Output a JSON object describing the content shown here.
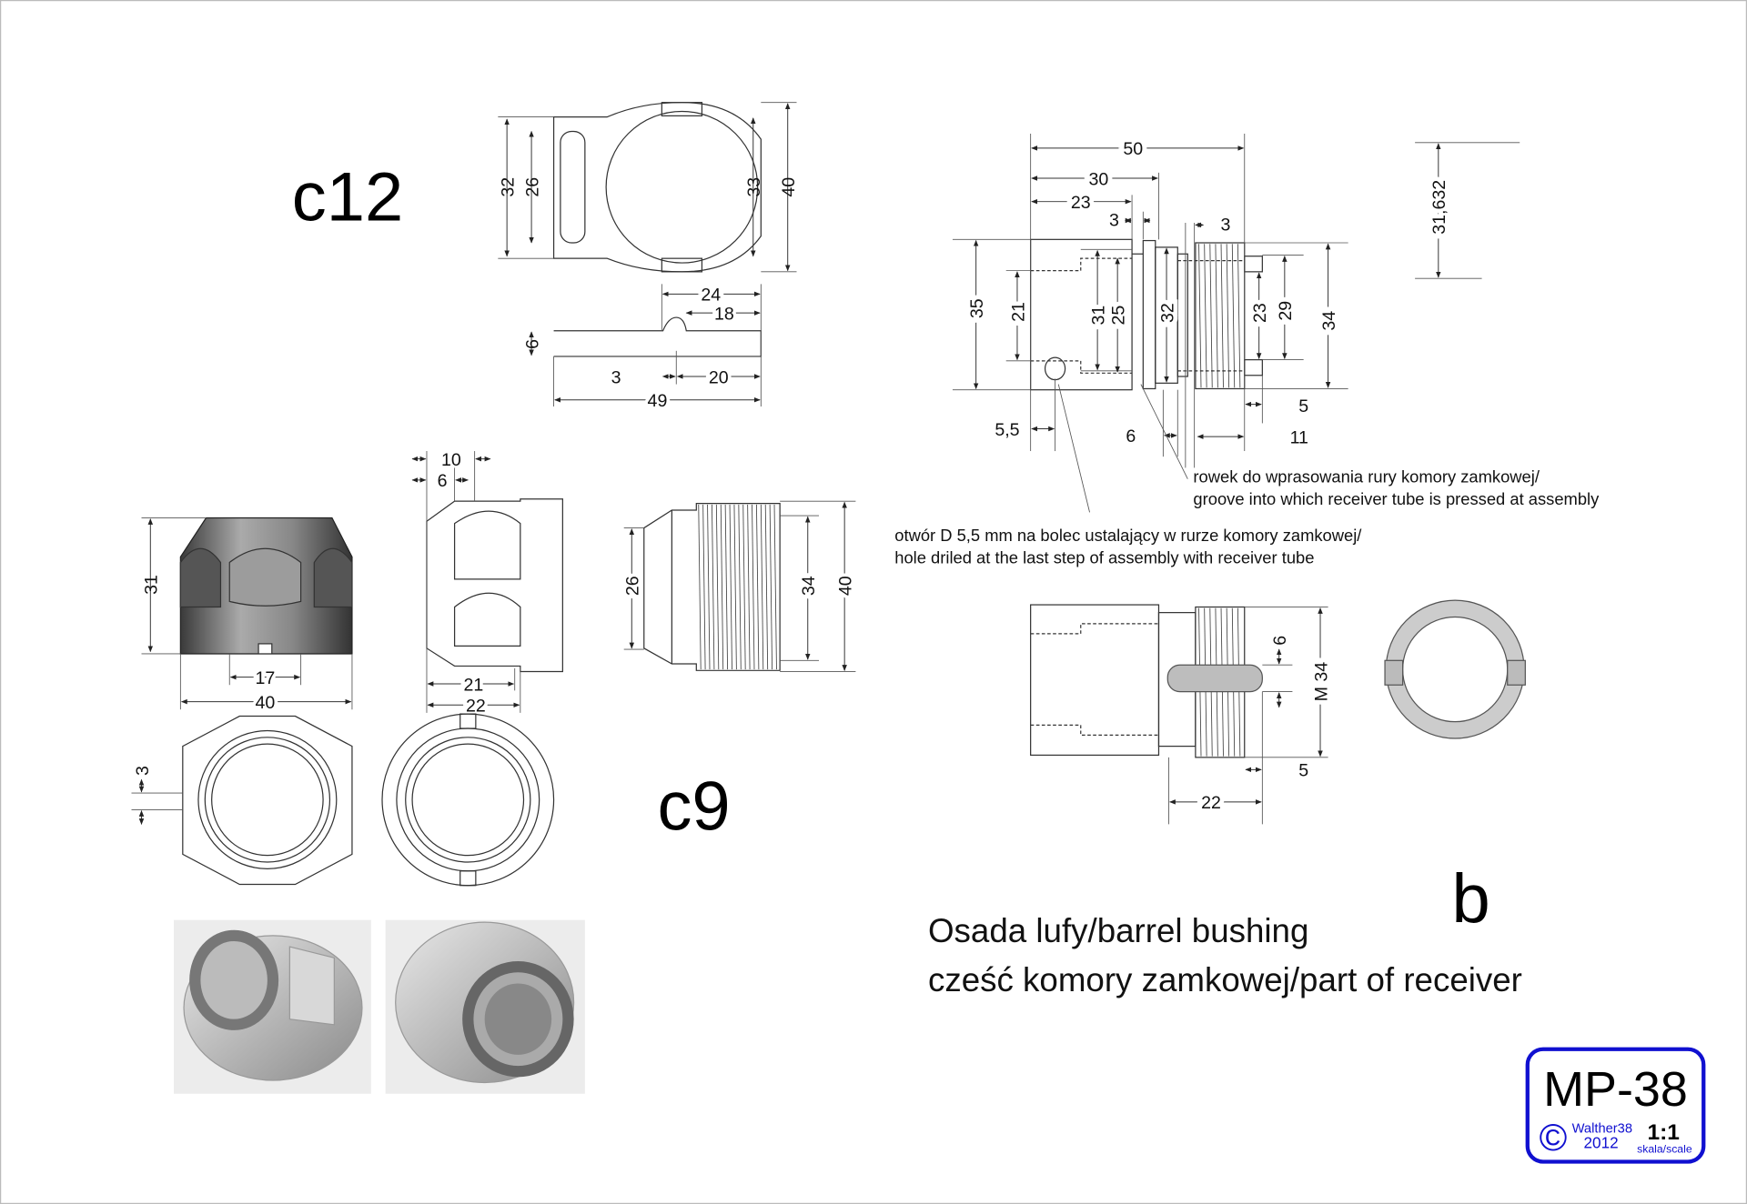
{
  "labels": {
    "c12": "c12",
    "c9": "c9",
    "b": "b"
  },
  "title": {
    "line1": "Osada lufy/barrel bushing",
    "line2": "cześć komory zamkowej/part of receiver"
  },
  "c12": {
    "top_dims": [
      "32",
      "26",
      "33",
      "40"
    ],
    "side_dims": [
      "24",
      "18",
      "6",
      "3",
      "20",
      "49"
    ]
  },
  "c9": {
    "nut_dims": [
      "31",
      "17",
      "40"
    ],
    "side_dims": [
      "10",
      "6",
      "21",
      "22"
    ],
    "thread_dims": [
      "26",
      "34",
      "40"
    ],
    "front_dims": [
      "3"
    ]
  },
  "b": {
    "main_dims": [
      "50",
      "30",
      "23",
      "3",
      "3",
      "35",
      "21",
      "31",
      "25",
      "32",
      "23",
      "29",
      "34",
      "5",
      "5,5",
      "6",
      "11"
    ],
    "side_dim": "31,632",
    "note_groove": [
      "rowek do wprasowania rury komory zamkowej/",
      "groove into which receiver tube is pressed at assembly"
    ],
    "note_hole": [
      "otwór D 5,5 mm na bolec ustalający w rurze komory zamkowej/",
      "hole driled at the last step of assembly with receiver tube"
    ],
    "assembly_dims": [
      "6",
      "M 34",
      "5",
      "22"
    ]
  },
  "stamp": {
    "model": "MP-38",
    "copyright_symbol": "©",
    "author": "Walther38",
    "year": "2012",
    "scale": "1:1",
    "scale_label": "skala/scale",
    "border_color": "#1010d0"
  }
}
